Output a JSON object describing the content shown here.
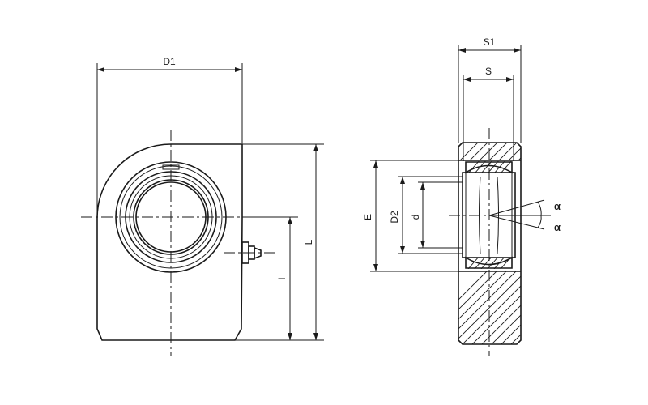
{
  "labels": {
    "d1": "D1",
    "l": "L",
    "l_small": "l",
    "s1": "S1",
    "s": "S",
    "e": "E",
    "d2": "D2",
    "d": "d",
    "alpha_top": "α",
    "alpha_bottom": "α"
  },
  "colors": {
    "line": "#1a1a1a",
    "background": "#ffffff"
  }
}
